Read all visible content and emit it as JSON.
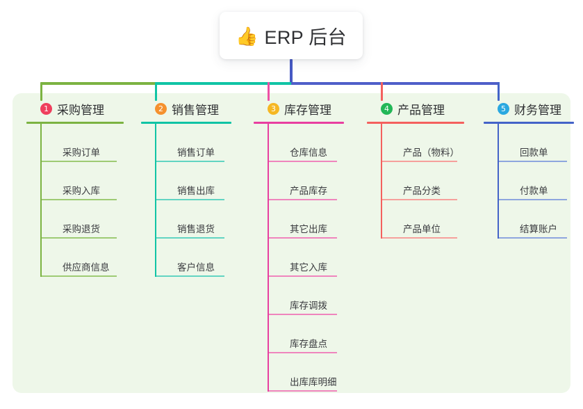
{
  "root": {
    "icon": "thumbs-up-icon",
    "emoji": "👍",
    "title": "ERP 后台"
  },
  "theme": {
    "page_background": "#ffffff",
    "panel_background": "#eef7e9",
    "card_background": "#ffffff",
    "root_stem_color": "#4659c4",
    "text_color": "#2f3033",
    "leaf_text_color": "#3a3b3f"
  },
  "connector": {
    "segments": [
      {
        "name": "green-segment",
        "color": "#7cb342"
      },
      {
        "name": "teal-segment",
        "color": "#10c4a5"
      },
      {
        "name": "blue-segment",
        "color": "#4f5fc9"
      }
    ]
  },
  "columns": [
    {
      "number": "1",
      "title": "采购管理",
      "badge_color": "#ef3f5d",
      "line_color": "#7cb342",
      "leaf_line_color": "#9ecb74",
      "drop_color": "#7cb342",
      "items": [
        "采购订单",
        "采购入库",
        "采购退货",
        "供应商信息"
      ]
    },
    {
      "number": "2",
      "title": "销售管理",
      "badge_color": "#f5912e",
      "line_color": "#10c4a5",
      "leaf_line_color": "#62d4c2",
      "drop_color": "#10c4a5",
      "items": [
        "销售订单",
        "销售出库",
        "销售退货",
        "客户信息"
      ]
    },
    {
      "number": "3",
      "title": "库存管理",
      "badge_color": "#f5b724",
      "line_color": "#e83fa0",
      "leaf_line_color": "#ef85bd",
      "drop_color": "#ee4fa6",
      "items": [
        "仓库信息",
        "产品库存",
        "其它出库",
        "其它入库",
        "库存调拨",
        "库存盘点",
        "出库库明细"
      ]
    },
    {
      "number": "4",
      "title": "产品管理",
      "badge_color": "#22b757",
      "line_color": "#f4605e",
      "leaf_line_color": "#f6a09c",
      "drop_color": "#f4605e",
      "items": [
        "产品（物料）",
        "产品分类",
        "产品单位"
      ]
    },
    {
      "number": "5",
      "title": "财务管理",
      "badge_color": "#2aa8e0",
      "line_color": "#4463c8",
      "leaf_line_color": "#8ea6de",
      "drop_color": "#4463c8",
      "items": [
        "回款单",
        "付款单",
        "结算账户"
      ]
    }
  ]
}
